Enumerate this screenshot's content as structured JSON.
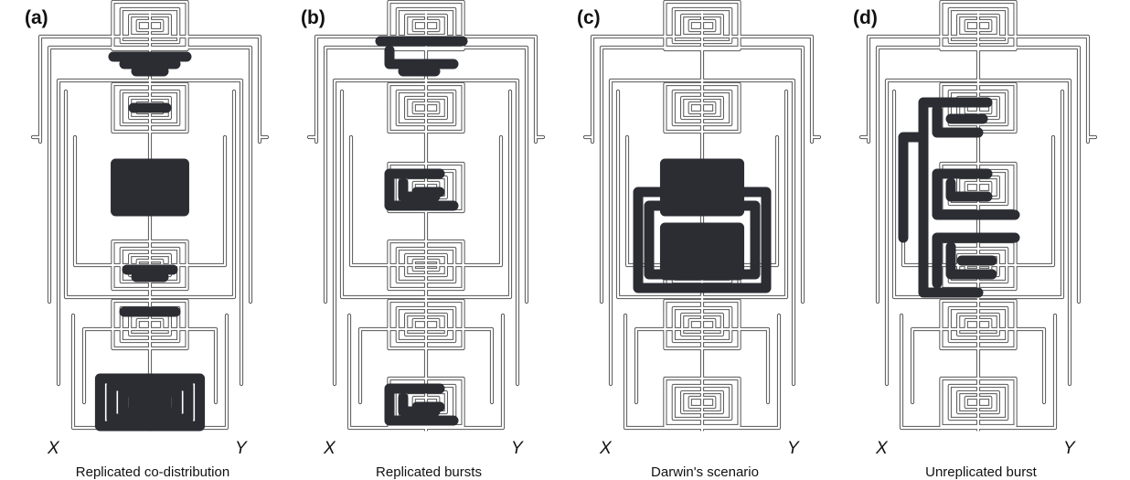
{
  "panels": [
    {
      "letter": "(a)",
      "x_label": "X",
      "y_label": "Y",
      "caption": "Replicated co-distribution",
      "highlight": "codist"
    },
    {
      "letter": "(b)",
      "x_label": "X",
      "y_label": "Y",
      "caption": "Replicated bursts",
      "highlight": "bursts"
    },
    {
      "letter": "(c)",
      "x_label": "X",
      "y_label": "Y",
      "caption": "Darwin's scenario",
      "highlight": "darwin"
    },
    {
      "letter": "(d)",
      "x_label": "X",
      "y_label": "Y",
      "caption": "Unreplicated burst",
      "highlight": "unrep"
    }
  ],
  "colors": {
    "highlight": "#2b2d33",
    "outline": "#555555",
    "fill": "#ffffff"
  }
}
